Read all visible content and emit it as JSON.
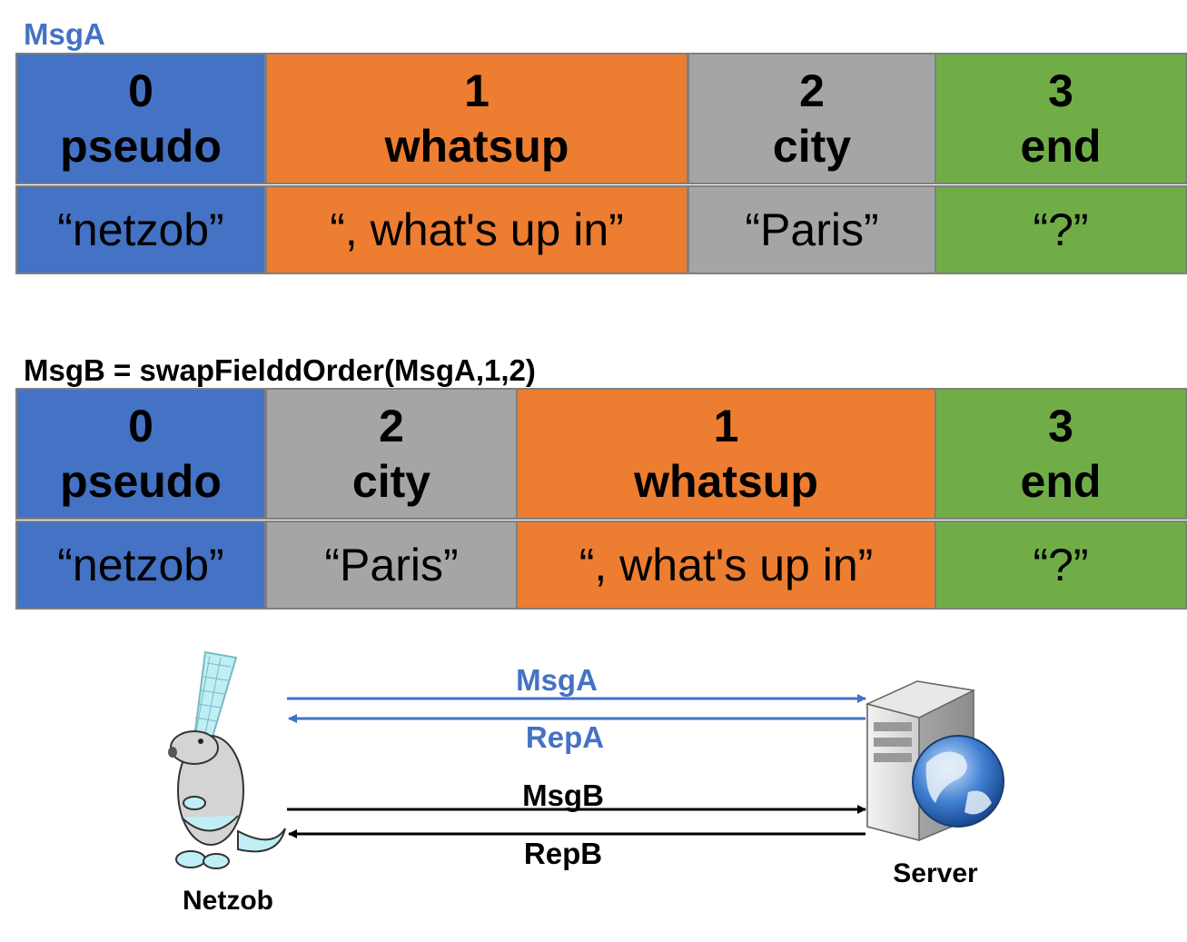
{
  "colors": {
    "blue": "#4472c4",
    "orange": "#ed7d31",
    "gray": "#a5a5a5",
    "green": "#70ad47",
    "title_blue": "#4472c4",
    "arrow_blue": "#4472c4",
    "arrow_black": "#000000"
  },
  "msg_a": {
    "title": "MsgA",
    "fields": [
      {
        "index": "0",
        "name": "pseudo",
        "value": "“netzob”",
        "color": "blue"
      },
      {
        "index": "1",
        "name": "whatsup",
        "value": "“, what's up in”",
        "color": "orange"
      },
      {
        "index": "2",
        "name": "city",
        "value": "“Paris”",
        "color": "gray"
      },
      {
        "index": "3",
        "name": "end",
        "value": "“?”",
        "color": "green"
      }
    ]
  },
  "msg_b": {
    "title": "MsgB = swapFielddOrder(MsgA,1,2)",
    "fields": [
      {
        "index": "0",
        "name": "pseudo",
        "value": "“netzob”",
        "color": "blue"
      },
      {
        "index": "2",
        "name": "city",
        "value": "“Paris”",
        "color": "gray"
      },
      {
        "index": "1",
        "name": "whatsup",
        "value": "“, what's up in”",
        "color": "orange"
      },
      {
        "index": "3",
        "name": "end",
        "value": "“?”",
        "color": "green"
      }
    ]
  },
  "exchange": {
    "client_label": "Netzob",
    "server_label": "Server",
    "arrows": [
      {
        "label": "MsgA",
        "direction": "to-server",
        "color": "blue"
      },
      {
        "label": "RepA",
        "direction": "to-client",
        "color": "blue"
      },
      {
        "label": "MsgB",
        "direction": "to-server",
        "color": "black"
      },
      {
        "label": "RepB",
        "direction": "to-client",
        "color": "black"
      }
    ]
  }
}
